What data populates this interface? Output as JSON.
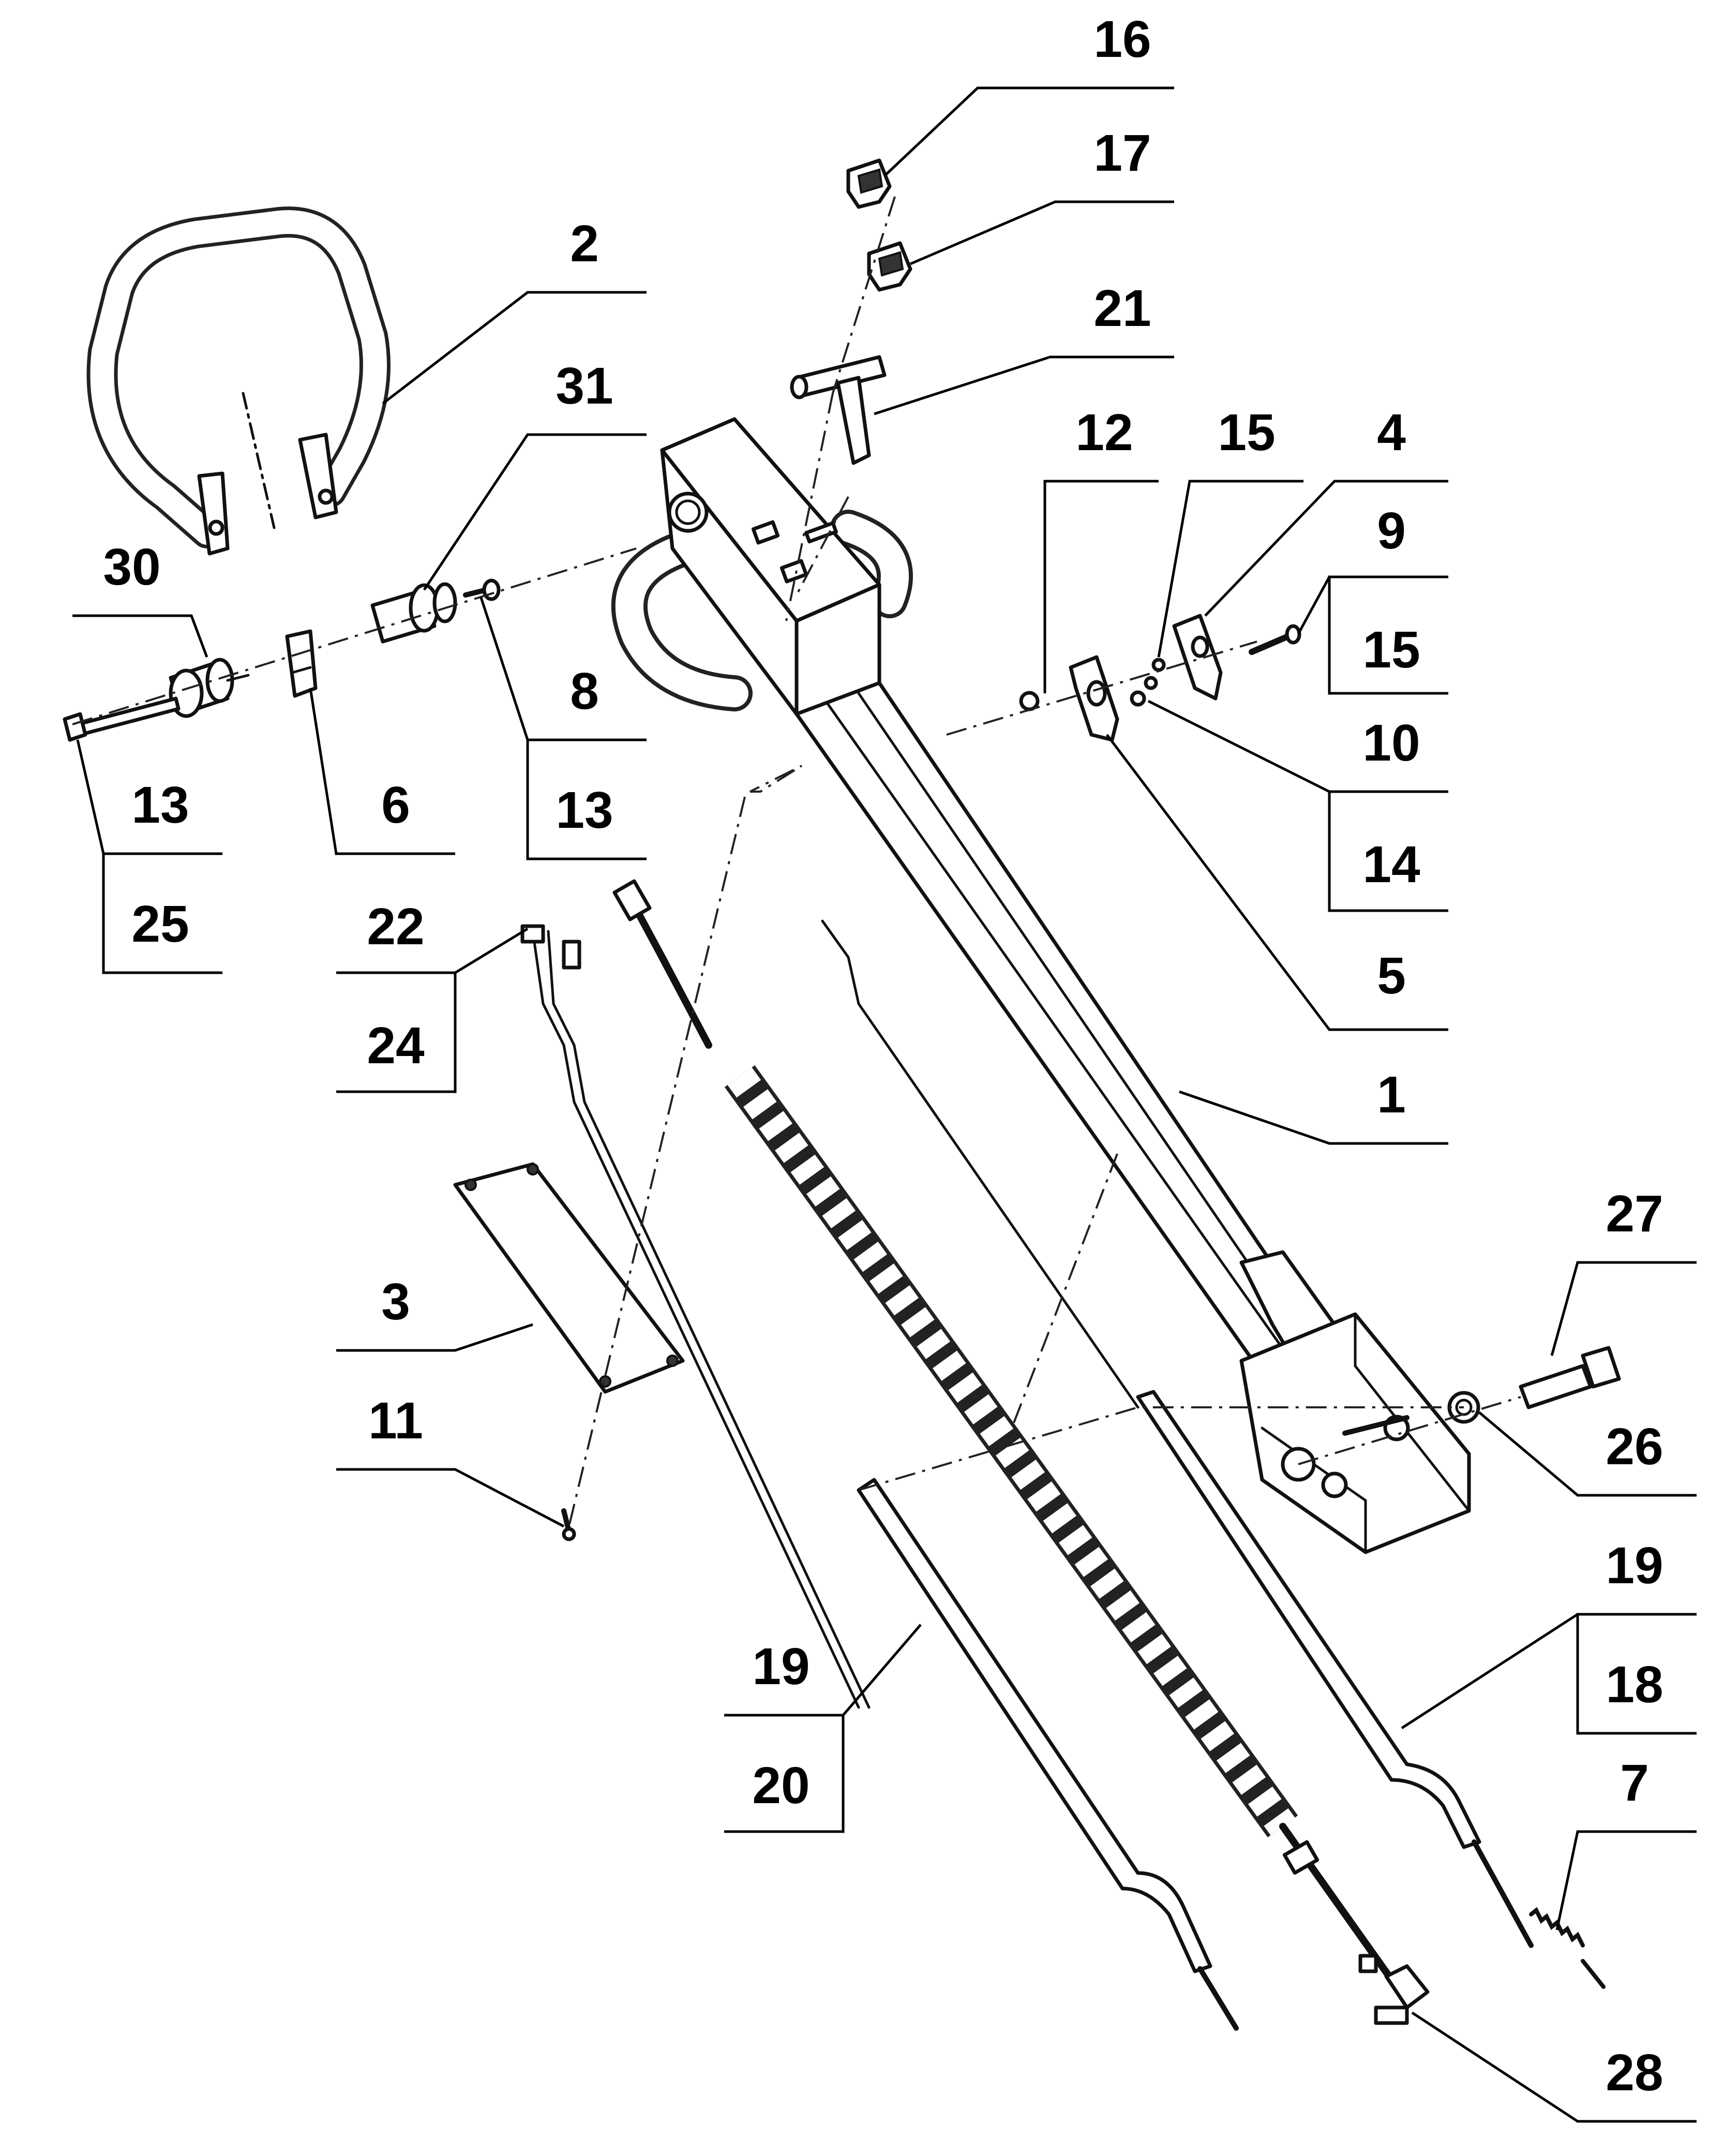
{
  "diagram": {
    "callouts": [
      {
        "id": "c16",
        "label": "16"
      },
      {
        "id": "c17",
        "label": "17"
      },
      {
        "id": "c2",
        "label": "2"
      },
      {
        "id": "c21",
        "label": "21"
      },
      {
        "id": "c31",
        "label": "31"
      },
      {
        "id": "c12",
        "label": "12"
      },
      {
        "id": "c15a",
        "label": "15"
      },
      {
        "id": "c4",
        "label": "4"
      },
      {
        "id": "c9",
        "label": "9"
      },
      {
        "id": "c15b",
        "label": "15"
      },
      {
        "id": "c30",
        "label": "30"
      },
      {
        "id": "c8",
        "label": "8"
      },
      {
        "id": "c10",
        "label": "10"
      },
      {
        "id": "c13a",
        "label": "13"
      },
      {
        "id": "c6",
        "label": "6"
      },
      {
        "id": "c13b",
        "label": "13"
      },
      {
        "id": "c14",
        "label": "14"
      },
      {
        "id": "c25",
        "label": "25"
      },
      {
        "id": "c22",
        "label": "22"
      },
      {
        "id": "c5",
        "label": "5"
      },
      {
        "id": "c24",
        "label": "24"
      },
      {
        "id": "c1",
        "label": "1"
      },
      {
        "id": "c27",
        "label": "27"
      },
      {
        "id": "c3",
        "label": "3"
      },
      {
        "id": "c26",
        "label": "26"
      },
      {
        "id": "c11",
        "label": "11"
      },
      {
        "id": "c19a",
        "label": "19"
      },
      {
        "id": "c19b",
        "label": "19"
      },
      {
        "id": "c18",
        "label": "18"
      },
      {
        "id": "c20",
        "label": "20"
      },
      {
        "id": "c7",
        "label": "7"
      },
      {
        "id": "c28",
        "label": "28"
      }
    ]
  }
}
